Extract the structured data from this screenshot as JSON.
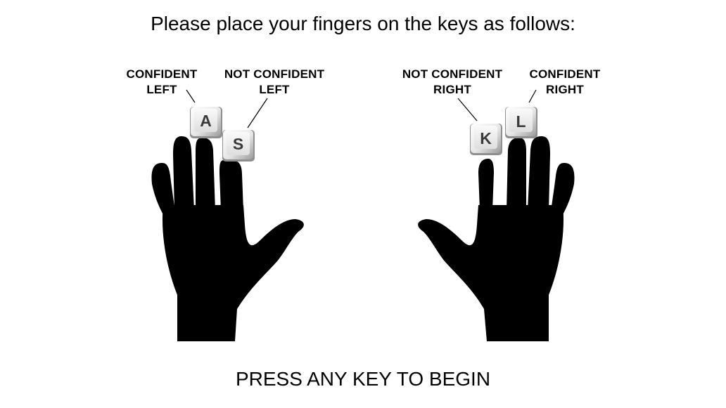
{
  "instruction": "Please place your fingers on the keys as follows:",
  "labels": {
    "confident_left": [
      "CONFIDENT",
      "LEFT"
    ],
    "not_confident_left": [
      "NOT CONFIDENT",
      "LEFT"
    ],
    "not_confident_right": [
      "NOT CONFIDENT",
      "RIGHT"
    ],
    "confident_right": [
      "CONFIDENT",
      "RIGHT"
    ]
  },
  "keys": {
    "a": "A",
    "s": "S",
    "k": "K",
    "l": "L"
  },
  "prompt": "PRESS ANY KEY TO BEGIN",
  "colors": {
    "background": "#ffffff",
    "hand": "#000000",
    "key_face": "#eeeeee",
    "key_letter": "#3a3a3a"
  }
}
